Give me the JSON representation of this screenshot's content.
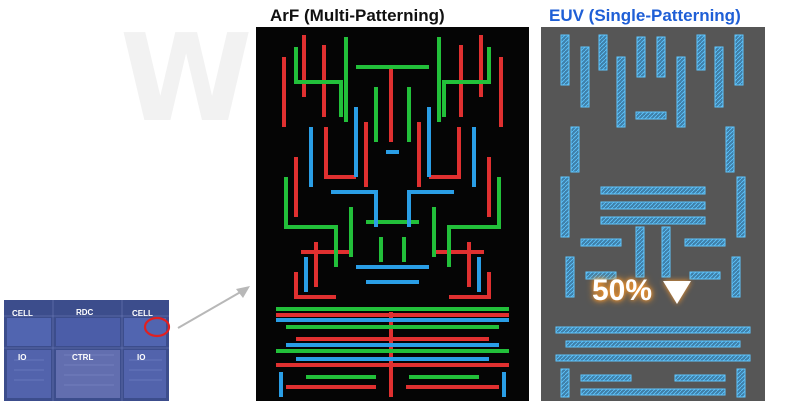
{
  "arf": {
    "title": "ArF (Multi-Patterning)"
  },
  "euv": {
    "title": "EUV (Single-Patterning)",
    "reduction": "50%"
  },
  "chip": {
    "cell_left": "CELL",
    "rdc": "RDC",
    "cell_right": "CELL",
    "io_left": "IO",
    "ctrl": "CTRL",
    "io_right": "IO"
  },
  "colors": {
    "arf_red": "#e03030",
    "arf_green": "#22c03a",
    "arf_blue": "#2a9ee6",
    "euv_pattern": "#5ec6ff",
    "highlight_circle": "#e02020",
    "euv_title": "#1f5fd6"
  },
  "icons": {
    "pointer": "arrow-icon",
    "reduction": "down-triangle-icon",
    "highlight": "circle-icon"
  }
}
